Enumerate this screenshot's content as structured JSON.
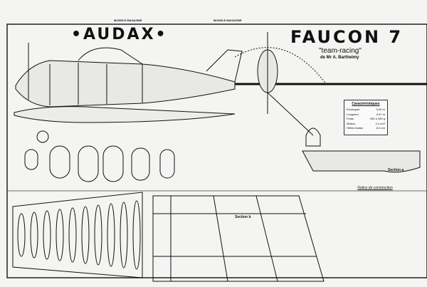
{
  "header": {
    "magazine_left": "MODELE MAGAZINE",
    "magazine_right": "MODELE MAGAZINE",
    "brand": "•AUDAX•"
  },
  "title": {
    "name": "FAUCON 7",
    "subtitle": "\"team-racing\"",
    "author": "de Mr A. Barthelmy"
  },
  "characteristics": {
    "heading": "Caractéristiques",
    "rows": [
      {
        "label": "Envergure",
        "value": "0,50 m"
      },
      {
        "label": "Longueur",
        "value": "0,57 m"
      },
      {
        "label": "Poids",
        "value": "400 à 450 g"
      },
      {
        "label": "Moteur",
        "value": "2,4 cm³"
      },
      {
        "label": "Hélice Audax",
        "value": "6,5 cm"
      }
    ]
  },
  "labels": {
    "section_a": "Section a",
    "section_b": "Section b",
    "notice": "Notice de construction"
  }
}
